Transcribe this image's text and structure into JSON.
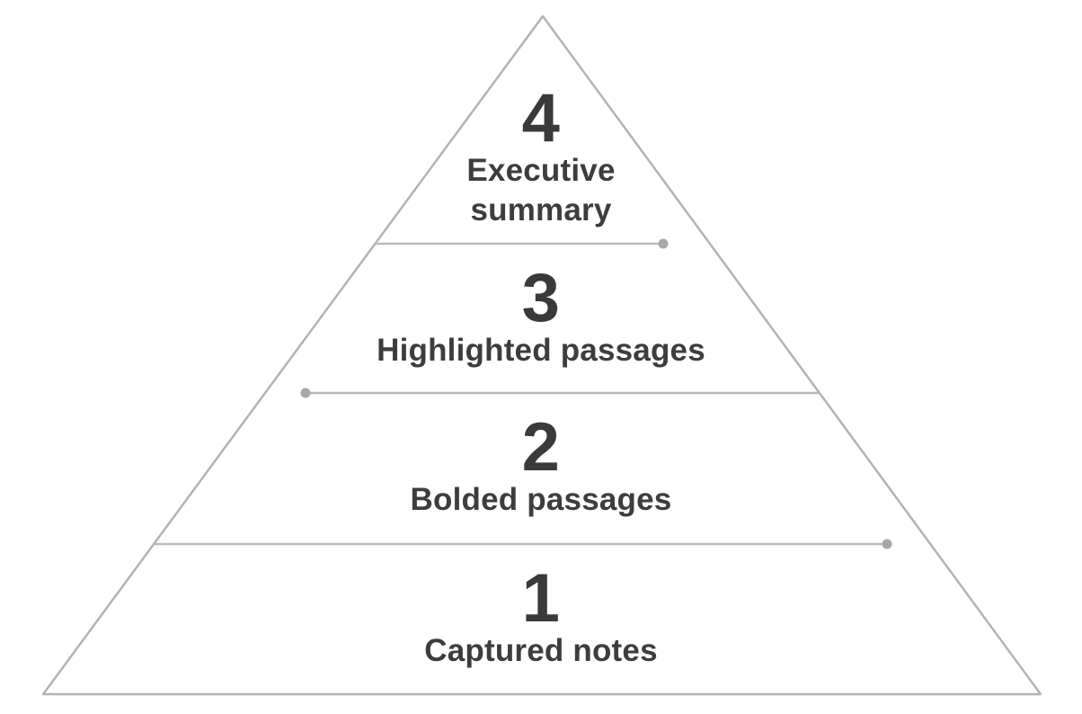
{
  "diagram": {
    "type": "pyramid",
    "levels": [
      {
        "number": "4",
        "label": "Executive summary"
      },
      {
        "number": "3",
        "label": "Highlighted passages"
      },
      {
        "number": "2",
        "label": "Bolded passages"
      },
      {
        "number": "1",
        "label": "Captured notes"
      }
    ],
    "dividers": [
      {
        "between_levels": "4-3",
        "dot_side": "right"
      },
      {
        "between_levels": "3-2",
        "dot_side": "left"
      },
      {
        "between_levels": "2-1",
        "dot_side": "right"
      }
    ],
    "colors": {
      "background": "#ffffff",
      "outline": "#b3b3b3",
      "divider": "#b9b9b9",
      "dot": "#a8a8a8",
      "text": "#3d3d3d"
    }
  }
}
